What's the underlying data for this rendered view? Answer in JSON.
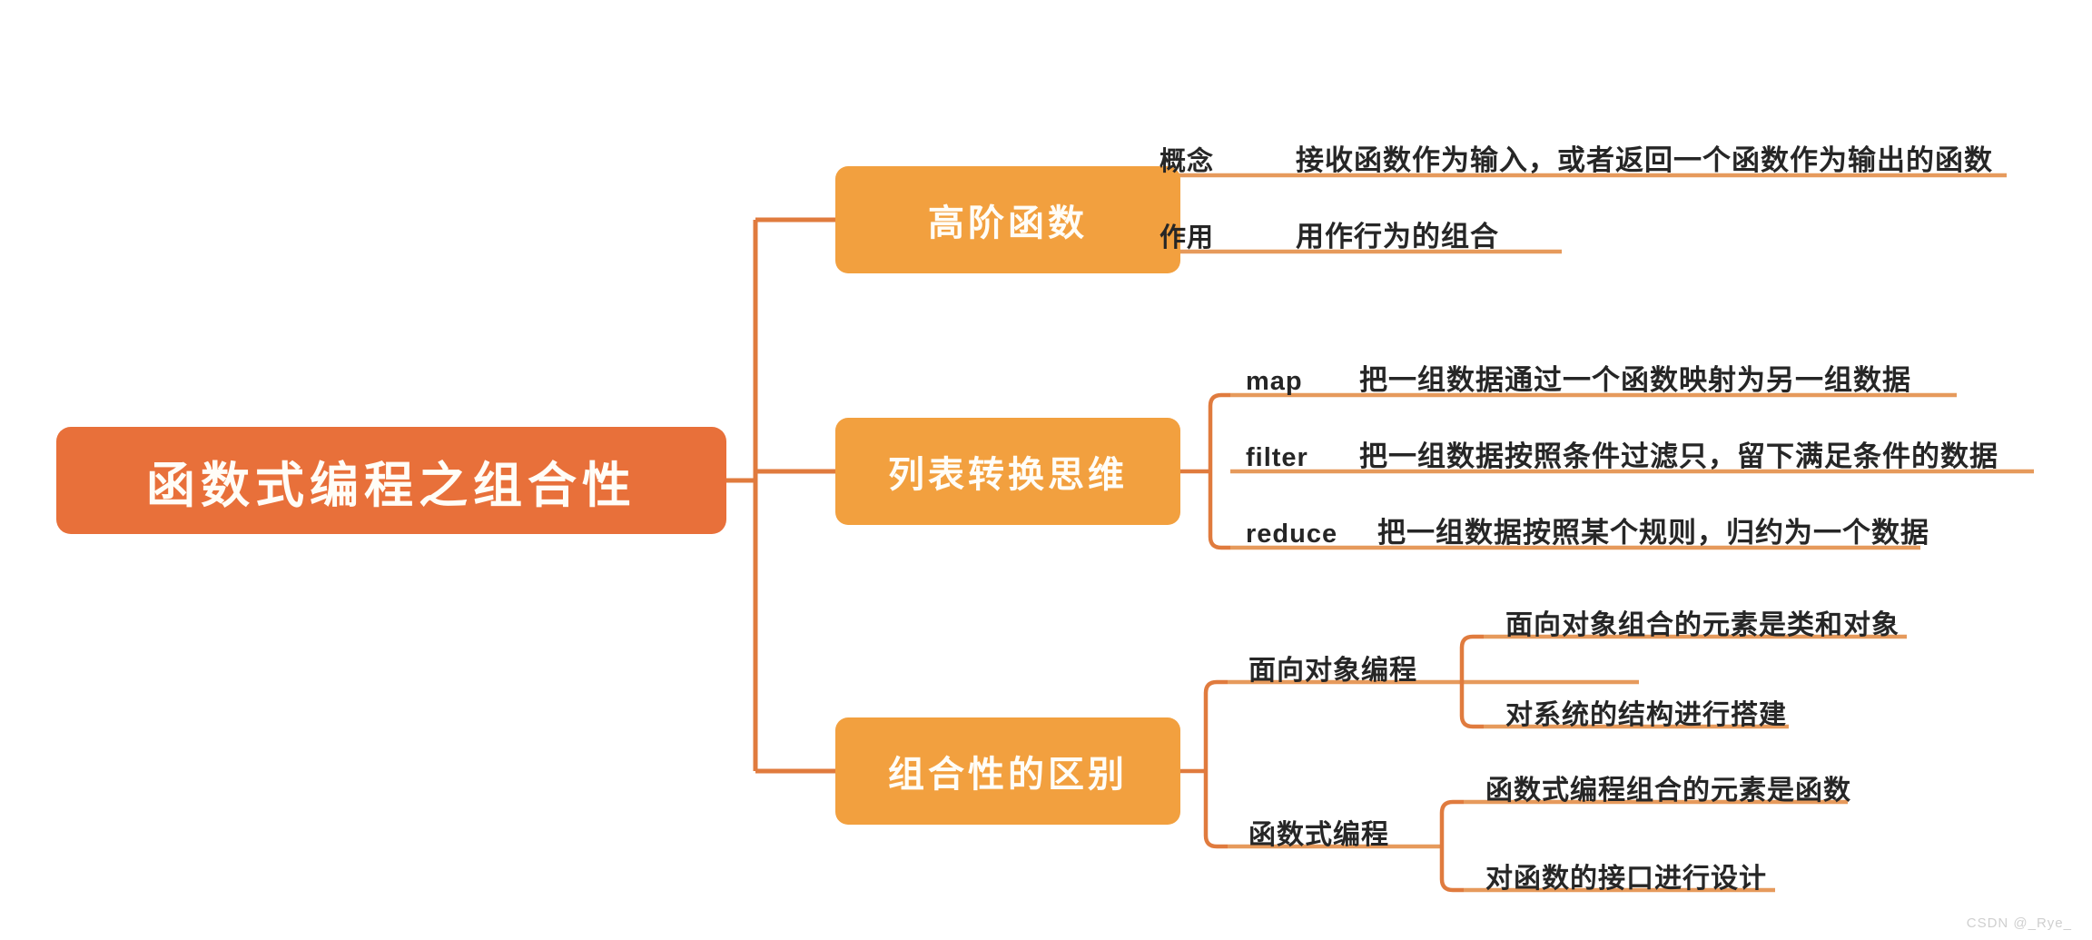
{
  "theme": {
    "background": "#ffffff",
    "root_fill": "#E8703A",
    "branch_fill": "#F2A03F",
    "wire_color": "#E07B3E",
    "underline_color": "#E69A5C",
    "text_color": "#262626",
    "node_text_color": "#fffdf7"
  },
  "root": {
    "label": "函数式编程之组合性"
  },
  "branches": [
    {
      "label": "高阶函数",
      "items": [
        {
          "key": "概念",
          "value": "接收函数作为输入，或者返回一个函数作为输出的函数"
        },
        {
          "key": "作用",
          "value": "用作行为的组合"
        }
      ]
    },
    {
      "label": "列表转换思维",
      "items": [
        {
          "key": "map",
          "value": "把一组数据通过一个函数映射为另一组数据"
        },
        {
          "key": "filter",
          "value": "把一组数据按照条件过滤只，留下满足条件的数据"
        },
        {
          "key": "reduce",
          "value": "把一组数据按照某个规则，归约为一个数据"
        }
      ]
    },
    {
      "label": "组合性的区别",
      "groups": [
        {
          "label": "面向对象编程",
          "details": [
            "面向对象组合的元素是类和对象",
            "对系统的结构进行搭建"
          ]
        },
        {
          "label": "函数式编程",
          "details": [
            "函数式编程组合的元素是函数",
            "对函数的接口进行设计"
          ]
        }
      ]
    }
  ],
  "watermark": "CSDN @_Rye_"
}
